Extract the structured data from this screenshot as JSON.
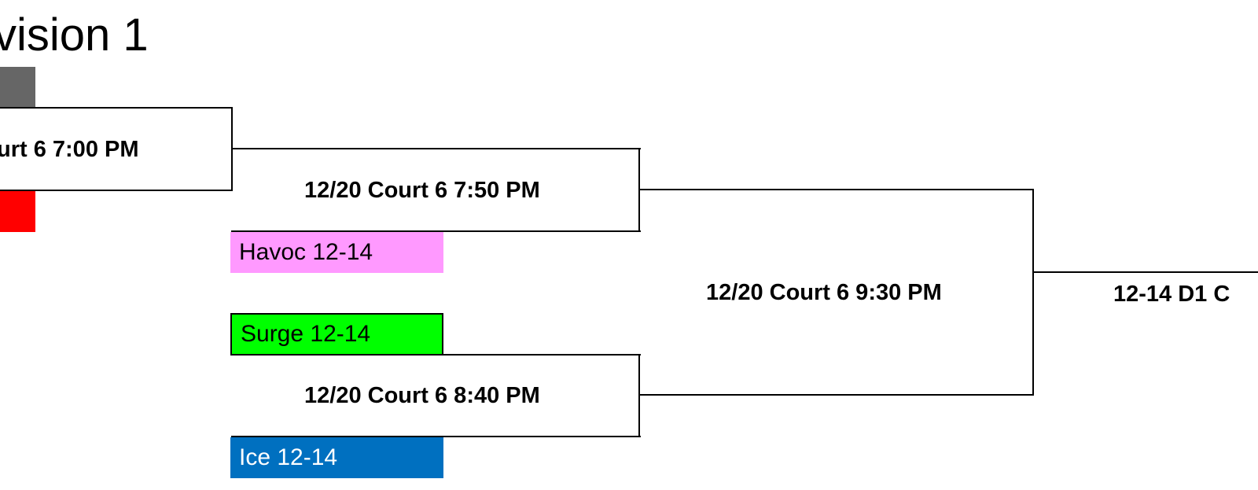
{
  "title": "vision 1",
  "games": {
    "r1_top": "urt 6 7:00 PM",
    "r2_top": "12/20 Court 6 7:50 PM",
    "r2_bottom": "12/20 Court 6 8:40 PM",
    "semi": "12/20 Court 6 9:30 PM",
    "final": "12-14 D1 C"
  },
  "teams": [
    {
      "label": "Havoc 12-14",
      "color": "#ff99ff",
      "text_color": "#000000"
    },
    {
      "label": "Surge 12-14",
      "color": "#00ff00",
      "text_color": "#000000"
    },
    {
      "label": "Ice 12-14",
      "color": "#0070c0",
      "text_color": "#ffffff"
    }
  ],
  "cut_swatches": [
    {
      "name": "gray",
      "color": "#666666"
    },
    {
      "name": "red",
      "color": "#ff0000"
    }
  ]
}
